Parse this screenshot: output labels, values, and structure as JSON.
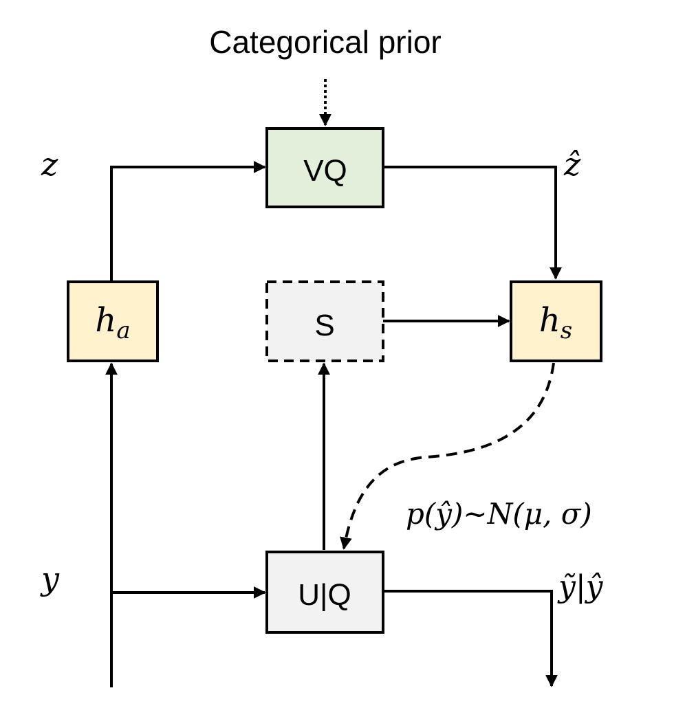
{
  "prior_label": "Categorical prior",
  "nodes": {
    "vq": {
      "label": "VQ",
      "fill": "#e2efda"
    },
    "ha": {
      "base": "h",
      "sub": "a",
      "fill": "#fff2cc"
    },
    "s": {
      "label": "S",
      "fill": "#f2f2f2"
    },
    "hs": {
      "base": "h",
      "sub": "s",
      "fill": "#fff2cc"
    },
    "uq": {
      "label": "U|Q",
      "fill": "#f2f2f2"
    }
  },
  "labels": {
    "z": "z",
    "z_hat": "ẑ",
    "y": "y",
    "y_tilde": "ỹ|ŷ",
    "distribution": "p(ŷ)~N(μ, σ)"
  }
}
